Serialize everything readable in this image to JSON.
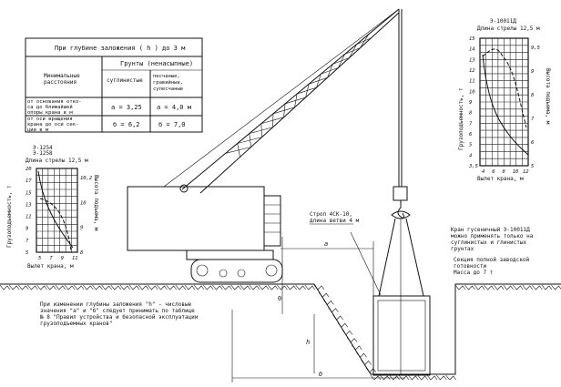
{
  "table": {
    "title": "При глубине заложения ( h ) до 3 м",
    "col_group": "Грунты (ненасыпные)",
    "row_header": [
      "Минимальные",
      "расстояния"
    ],
    "col1": "суглинистые",
    "col2": [
      "песчаные,",
      "гравийные,",
      "супесчаные"
    ],
    "rows": [
      {
        "label": [
          "от основания отко-",
          "са до ближайшей",
          "опоры крана в м"
        ],
        "v1": "а = 3,25",
        "v2": "а = 4,0 м"
      },
      {
        "label": [
          "от оси вращения",
          "крана до оси сек-",
          "ции в м"
        ],
        "v1": "б = 6,2",
        "v2": "б = 7,0"
      }
    ]
  },
  "left_chart": {
    "title": [
      "Э-1254",
      "Э-1258",
      "Длина стрелы 12,5 м"
    ],
    "ylabel": "Грузоподъемность, т",
    "y2label": "Высота подъема, м",
    "xlabel": "Вылет крана, м",
    "yticks": [
      "20",
      "17",
      "15",
      "13",
      "11",
      "9",
      "7",
      "5"
    ],
    "y2ticks": [
      "10,2",
      "10",
      "9",
      "8"
    ],
    "xticks": [
      "5",
      "7",
      "9",
      "11"
    ]
  },
  "right_chart": {
    "title": [
      "Э-10011Д",
      "Длина стрелы 12,5 м"
    ],
    "ylabel": "Грузоподъемность, т",
    "y2label": "Высота подъема, м",
    "xlabel": "Вылет крана, м",
    "yticks": [
      "15",
      "14",
      "13",
      "12",
      "11",
      "10",
      "9",
      "8",
      "7",
      "6",
      "5",
      "4",
      "3,5"
    ],
    "y2ticks": [
      "9,5",
      "9",
      "8",
      "7",
      "6",
      "5"
    ],
    "xticks": [
      "4",
      "6",
      "8",
      "10",
      "12"
    ]
  },
  "sling_label": [
    "Строп 4СК-10,",
    "длина ветви 4 м"
  ],
  "note_crane": [
    "Кран гусеничный Э-10011Д",
    "можно применять только на",
    "суглинистых и глинистых",
    "грунтах"
  ],
  "note_section": [
    "Секция полной заводской",
    "готовности",
    "Масса до 7 т"
  ],
  "note_depth": [
    "При изменении глубины заложения \"h\" - числовые",
    "значения \"а\" и \"б\" следует принимать по таблице",
    "№ 8 \"Правил устройства и безопасной эксплуатации",
    "грузоподъемных кранов\""
  ],
  "dims": {
    "a": "а",
    "b": "б",
    "h": "h",
    "axis": "0"
  }
}
